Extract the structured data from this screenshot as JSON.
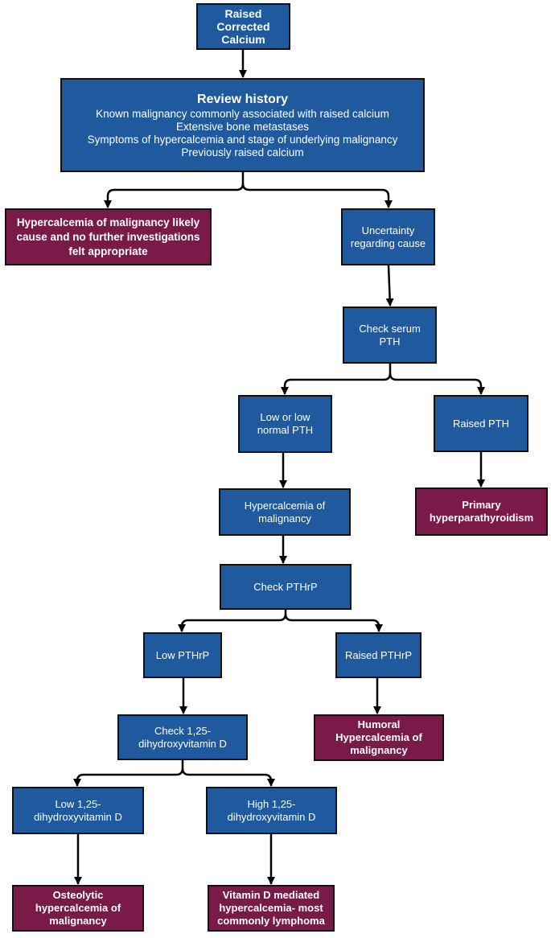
{
  "colors": {
    "process": "#1f5a9e",
    "outcome": "#7a1a48",
    "edge": "#000000"
  },
  "nodes": {
    "raised_calcium": [
      "Raised",
      "Corrected",
      "Calcium"
    ],
    "review_history": {
      "title": "Review history",
      "items": [
        "Known malignancy commonly associated with raised calcium",
        "Extensive bone metastases",
        "Symptoms of hypercalcemia and stage of underlying malignancy",
        "Previously raised calcium"
      ]
    },
    "malignancy_likely": [
      "Hypercalcemia of malignancy likely",
      "cause and no further investigations",
      "felt appropriate"
    ],
    "uncertainty": [
      "Uncertainty",
      "regarding cause"
    ],
    "check_pth": [
      "Check serum",
      "PTH"
    ],
    "low_pth": [
      "Low or low",
      "normal PTH"
    ],
    "raised_pth": [
      "Raised PTH"
    ],
    "primary_hpt": [
      "Primary",
      "hyperparathyroidism"
    ],
    "hypercalcemia_malignancy": [
      "Hypercalcemia of",
      "malignancy"
    ],
    "check_pthrp": [
      "Check PTHrP"
    ],
    "low_pthrp": [
      "Low PTHrP"
    ],
    "raised_pthrp": [
      "Raised PTHrP"
    ],
    "humoral": [
      "Humoral",
      "Hypercalcemia of",
      "malignancy"
    ],
    "check_vitd": [
      "Check 1,25-",
      "dihydroxyvitamin D"
    ],
    "low_vitd": [
      "Low 1,25-",
      "dihydroxyvitamin D"
    ],
    "high_vitd": [
      "High 1,25-",
      "dihydroxyvitamin D"
    ],
    "osteolytic": [
      "Osteolytic",
      "hypercalcemia of",
      "malignancy"
    ],
    "vitd_mediated": [
      "Vitamin D mediated",
      "hypercalcemia- most",
      "commonly lymphoma"
    ]
  }
}
